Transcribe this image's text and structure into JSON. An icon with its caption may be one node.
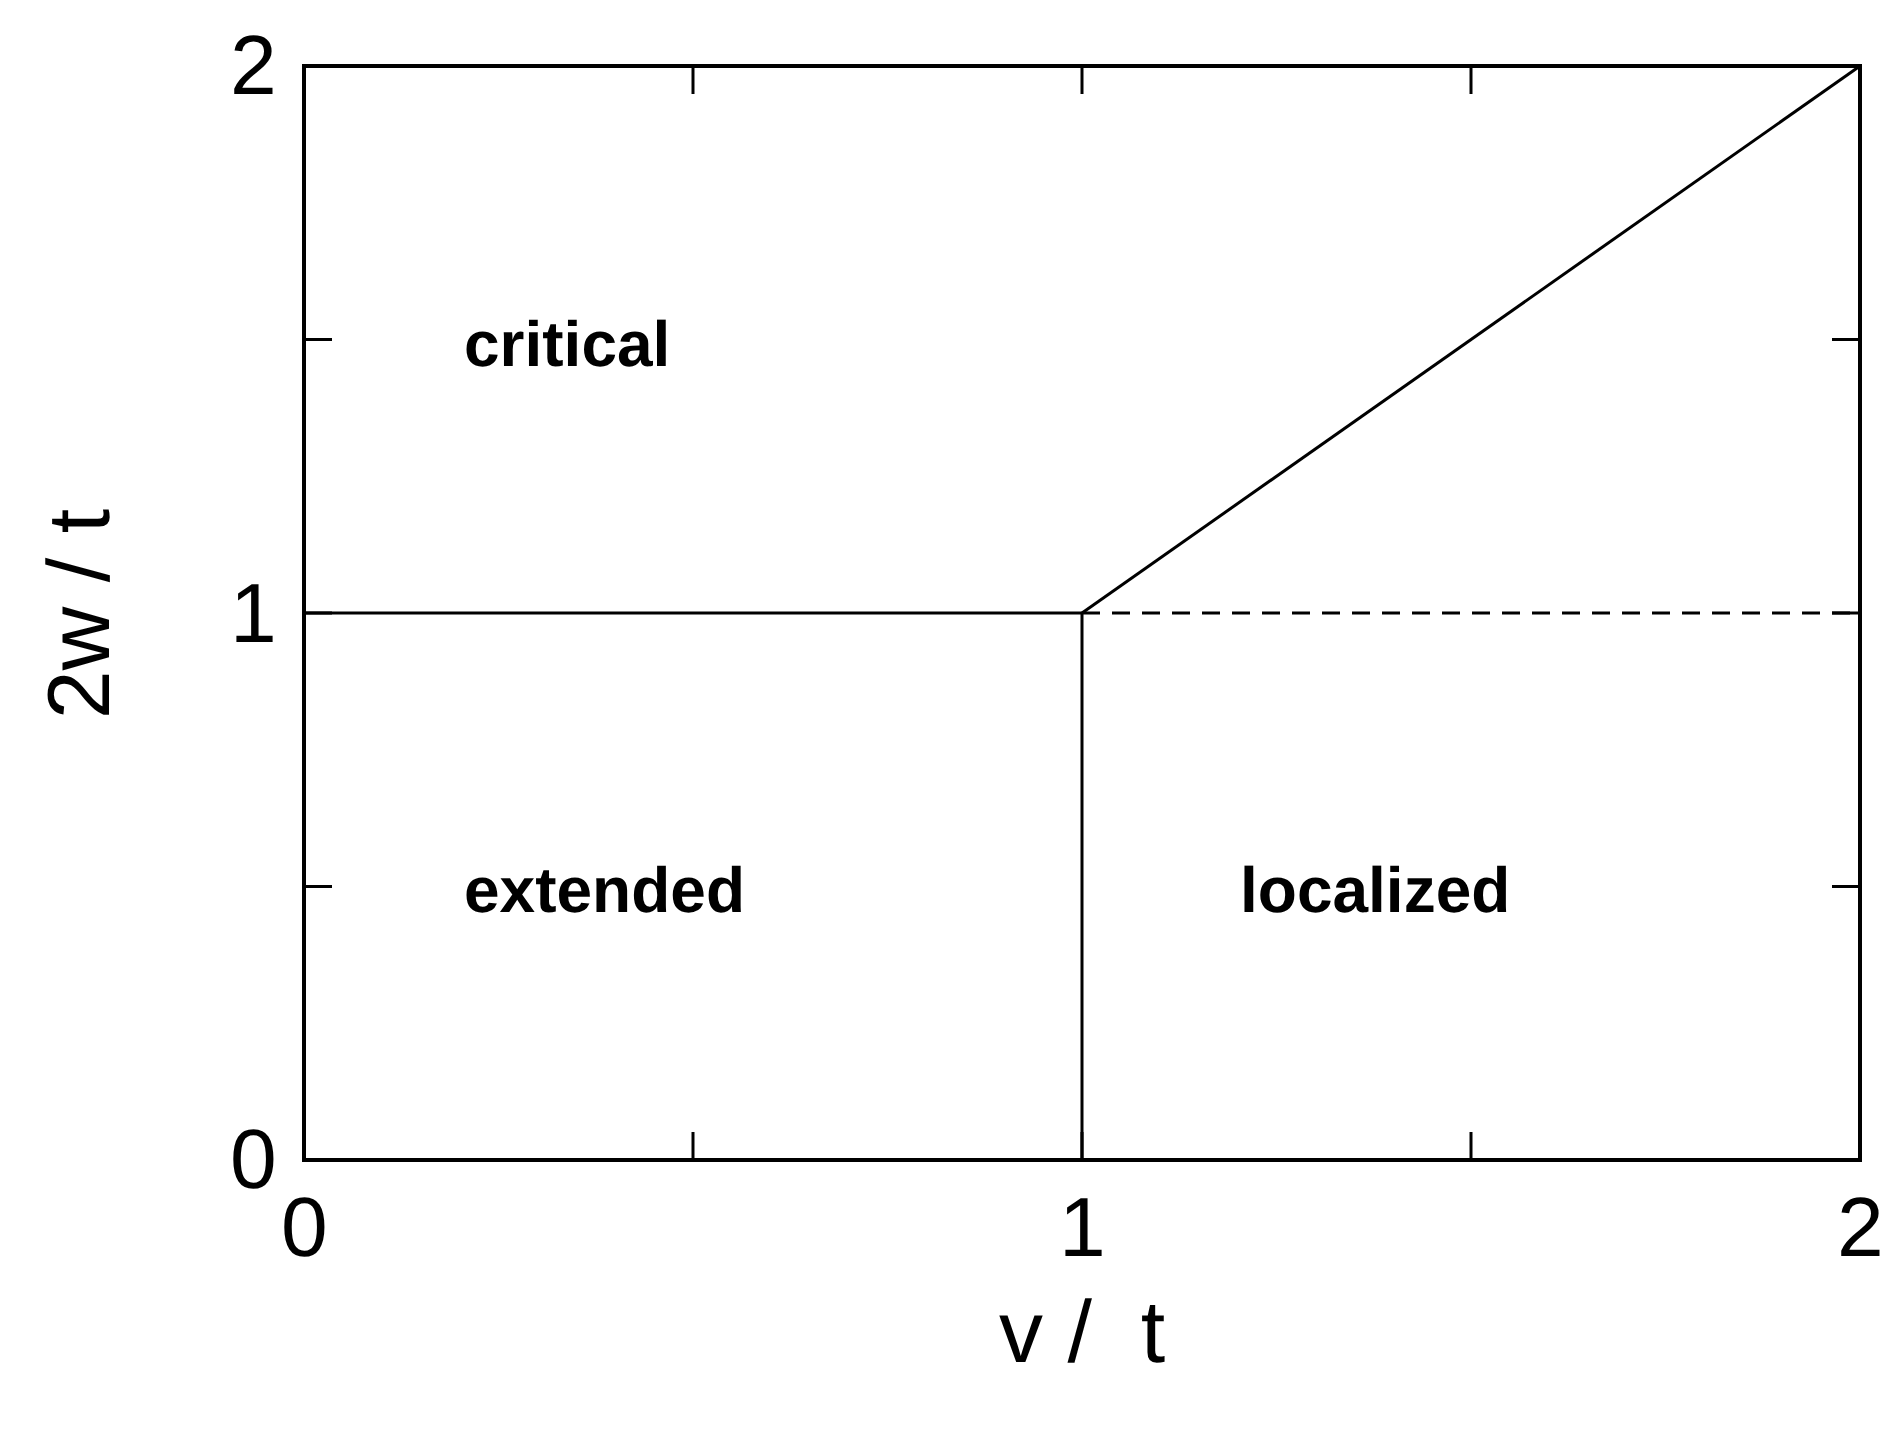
{
  "diagram": {
    "labels": [
      "critical",
      "extended",
      "localized"
    ],
    "chart_data": {
      "type": "line",
      "xlabel": "v /  t",
      "ylabel": "2w / t",
      "xlim": [
        0,
        2
      ],
      "ylim": [
        0,
        2
      ],
      "xticks": [
        0,
        1,
        2
      ],
      "yticks": [
        0,
        1,
        2
      ],
      "x": [
        0,
        1,
        1,
        2
      ],
      "series": [
        {
          "color": "#000000",
          "values": [
            1,
            1,
            0,
            null
          ]
        },
        {
          "color": "#000000",
          "values": [
            null,
            null,
            1,
            2
          ]
        },
        {
          "color": "#000000",
          "line_style": "dashed",
          "values": [
            null,
            null,
            1,
            1
          ]
        }
      ]
    }
  }
}
